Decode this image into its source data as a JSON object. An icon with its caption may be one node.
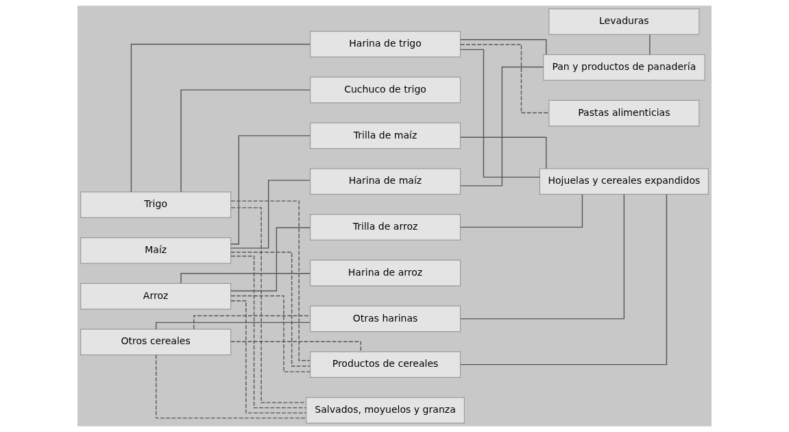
{
  "diagram": {
    "nodes": [
      {
        "text": [
          "Trigo"
        ]
      },
      {
        "text": [
          "Maíz"
        ]
      },
      {
        "text": [
          "Arroz"
        ]
      },
      {
        "text": [
          "Otros cereales"
        ]
      },
      {
        "text": [
          "Harina de trigo"
        ]
      },
      {
        "text": [
          "Cuchuco de trigo"
        ]
      },
      {
        "text": [
          "Trilla de maíz"
        ]
      },
      {
        "text": [
          "Harina de maíz"
        ]
      },
      {
        "text": [
          "Trilla de arroz"
        ]
      },
      {
        "text": [
          "Harina de arroz"
        ]
      },
      {
        "text": [
          "Otras harinas"
        ]
      },
      {
        "text": [
          "Productos de cereales"
        ]
      },
      {
        "text": [
          "Salvados, moyuelos y granza"
        ]
      },
      {
        "text": [
          "Levaduras"
        ]
      },
      {
        "text": [
          "Pan y productos de panadería"
        ]
      },
      {
        "text": [
          "Pastas alimenticias"
        ]
      },
      {
        "text": [
          "Hojuelas y cereales expandidos"
        ]
      }
    ],
    "edges": [
      {
        "from": 0,
        "to": 4,
        "arrow": "none"
      },
      {
        "from": 0,
        "to": 5,
        "arrow": "none"
      },
      {
        "from": 1,
        "to": 6,
        "arrow": "none"
      },
      {
        "from": 1,
        "to": 7,
        "arrow": "none"
      },
      {
        "from": 2,
        "to": 8,
        "arrow": "none"
      },
      {
        "from": 2,
        "to": 9,
        "arrow": "none"
      },
      {
        "from": 3,
        "to": 10,
        "arrow": "none"
      },
      {
        "from": 3,
        "to": 10,
        "arrow": "none",
        "style": "dashed"
      },
      {
        "from": 0,
        "to": 11,
        "arrow": "none",
        "style": "dashed"
      },
      {
        "from": 1,
        "to": 11,
        "arrow": "none",
        "style": "dashed"
      },
      {
        "from": 2,
        "to": 11,
        "arrow": "none",
        "style": "dashed"
      },
      {
        "from": 3,
        "to": 11,
        "arrow": "none",
        "style": "dashed"
      },
      {
        "from": 0,
        "to": 12,
        "arrow": "none",
        "style": "dashed"
      },
      {
        "from": 1,
        "to": 12,
        "arrow": "none",
        "style": "dashed"
      },
      {
        "from": 2,
        "to": 12,
        "arrow": "none",
        "style": "dashed"
      },
      {
        "from": 3,
        "to": 12,
        "arrow": "none",
        "style": "dashed"
      },
      {
        "from": 4,
        "to": 14,
        "arrow": "none"
      },
      {
        "from": 7,
        "to": 14,
        "arrow": "none"
      },
      {
        "from": 13,
        "to": 14,
        "arrow": "none"
      },
      {
        "from": 4,
        "to": 15,
        "arrow": "none",
        "style": "dashed"
      },
      {
        "from": 4,
        "to": 16,
        "arrow": "none"
      },
      {
        "from": 6,
        "to": 16,
        "arrow": "none"
      },
      {
        "from": 8,
        "to": 16,
        "arrow": "none"
      },
      {
        "from": 10,
        "to": 16,
        "arrow": "none"
      },
      {
        "from": 11,
        "to": 16,
        "arrow": "none"
      }
    ]
  }
}
